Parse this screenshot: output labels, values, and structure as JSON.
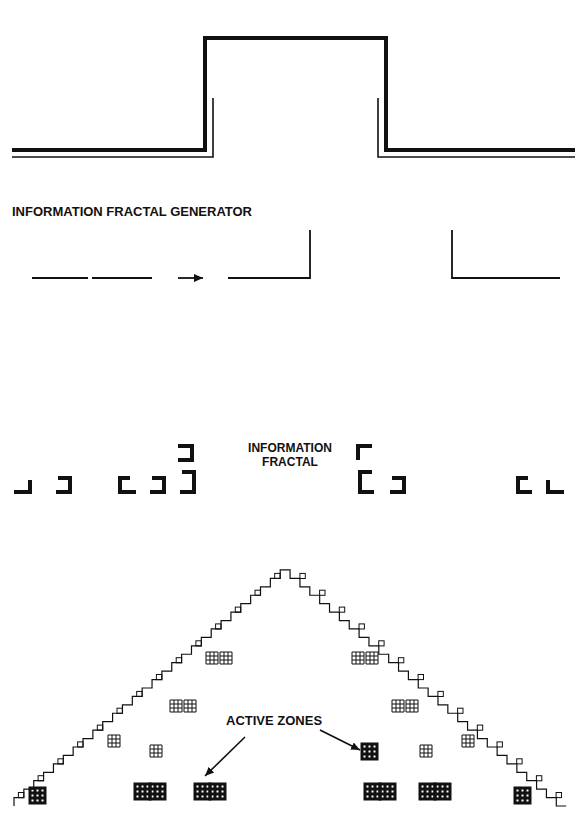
{
  "diagram": {
    "labels": [
      "INFORMATION FRACTAL GENERATOR",
      "INFORMATION FRACTAL",
      "ACTIVE ZONES"
    ]
  }
}
